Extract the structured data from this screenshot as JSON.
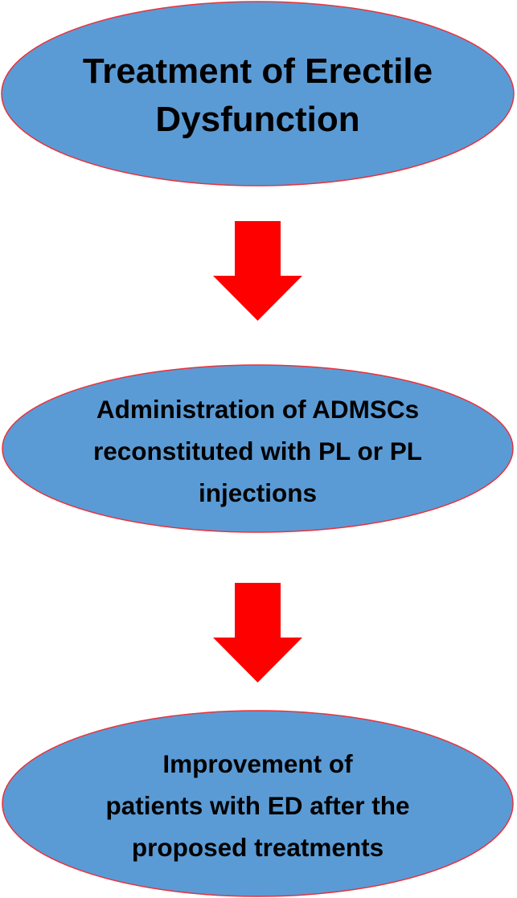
{
  "diagram": {
    "fill_color": "#5b9bd5",
    "stroke_color": "#e8323c",
    "arrow_color": "#ff0000",
    "nodes": [
      {
        "id": "treatment-of-erectile-dysfunction",
        "lines": [
          "Treatment of Erectile",
          "Dysfunction"
        ]
      },
      {
        "id": "administration-of-admscs",
        "lines": [
          "Administration of ADMSCs",
          "reconstituted with PL or PL",
          "injections"
        ]
      },
      {
        "id": "improvement-of-patients",
        "lines": [
          "Improvement of",
          "patients with ED after the",
          "proposed treatments"
        ]
      }
    ],
    "arrows": [
      {
        "from": "treatment-of-erectile-dysfunction",
        "to": "administration-of-admscs",
        "icon": "down-arrow-icon"
      },
      {
        "from": "administration-of-admscs",
        "to": "improvement-of-patients",
        "icon": "down-arrow-icon"
      }
    ]
  }
}
